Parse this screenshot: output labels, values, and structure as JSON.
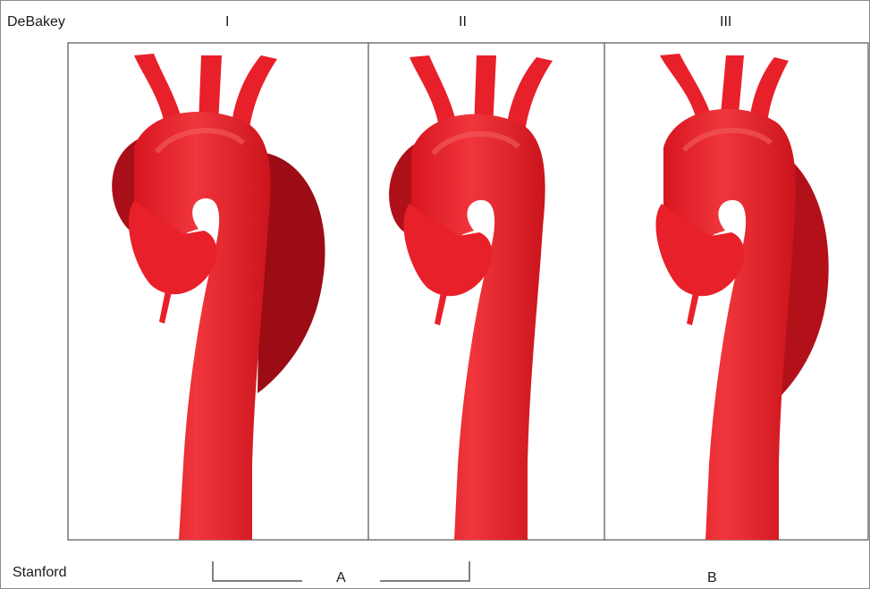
{
  "header": {
    "classification_label": "DeBakey",
    "types": [
      "I",
      "II",
      "III"
    ]
  },
  "footer": {
    "classification_label": "Stanford",
    "groups": [
      "A",
      "B"
    ]
  },
  "colors": {
    "aorta": "#e8202a",
    "aorta_highlight": "#f05a5a",
    "false_lumen": "#b8101a",
    "false_lumen_dark": "#8e0a12",
    "panel_border": "#555555",
    "bracket": "#555555"
  }
}
